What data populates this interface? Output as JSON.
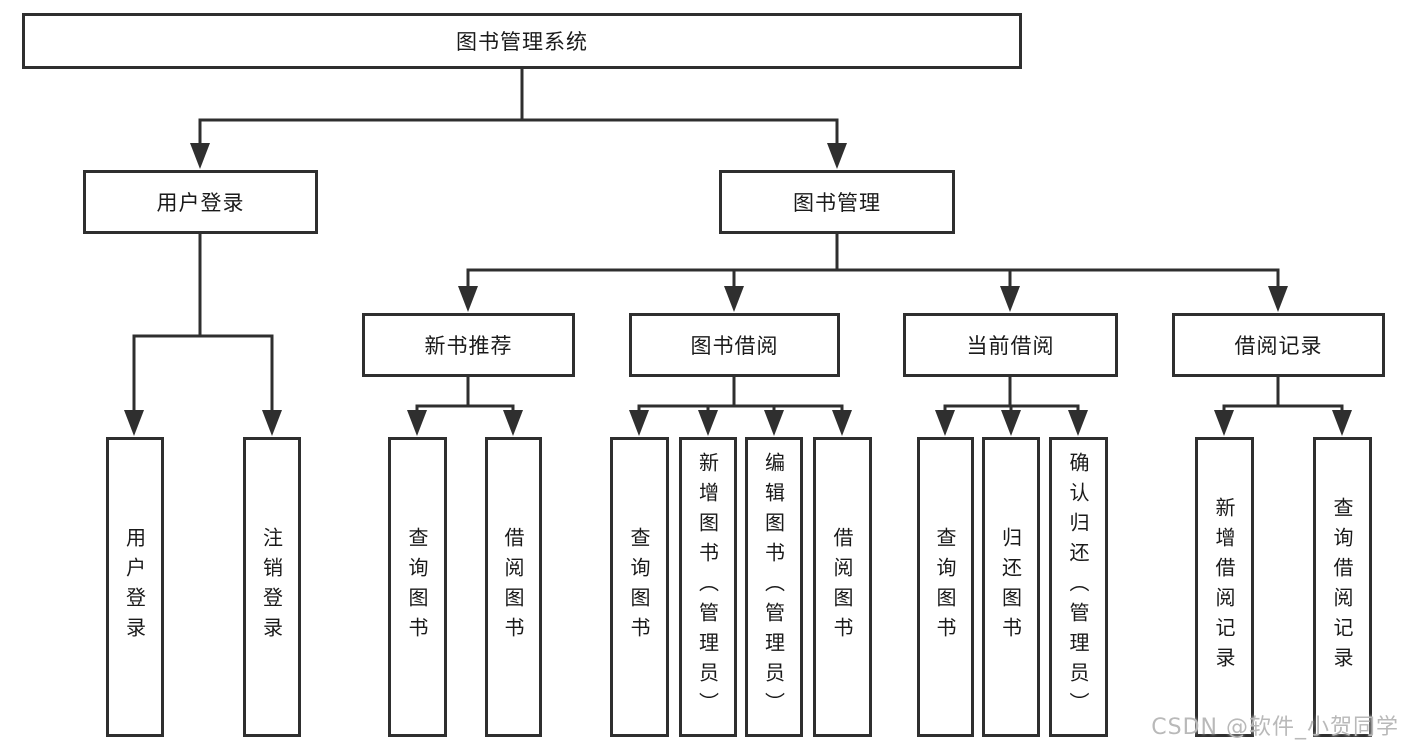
{
  "tree": {
    "root": {
      "label": "图书管理系统"
    },
    "branches": [
      {
        "label": "用户登录",
        "children": [
          {
            "label": "用户登录"
          },
          {
            "label": "注销登录"
          }
        ]
      },
      {
        "label": "图书管理",
        "children": [
          {
            "label": "新书推荐",
            "children": [
              {
                "label": "查询图书"
              },
              {
                "label": "借阅图书"
              }
            ]
          },
          {
            "label": "图书借阅",
            "children": [
              {
                "label": "查询图书"
              },
              {
                "label": "新增图书（管理员）"
              },
              {
                "label": "编辑图书（管理员）"
              },
              {
                "label": "借阅图书"
              }
            ]
          },
          {
            "label": "当前借阅",
            "children": [
              {
                "label": "查询图书"
              },
              {
                "label": "归还图书"
              },
              {
                "label": "确认归还（管理员）"
              }
            ]
          },
          {
            "label": "借阅记录",
            "children": [
              {
                "label": "新增借阅记录"
              },
              {
                "label": "查询借阅记录"
              }
            ]
          }
        ]
      }
    ]
  },
  "watermark": {
    "text": "CSDN @软件_小贺同学"
  },
  "colors": {
    "line": "#2f2f2f",
    "text": "#1a1a1a",
    "background": "#ffffff",
    "watermark": "#b9b9b9"
  }
}
